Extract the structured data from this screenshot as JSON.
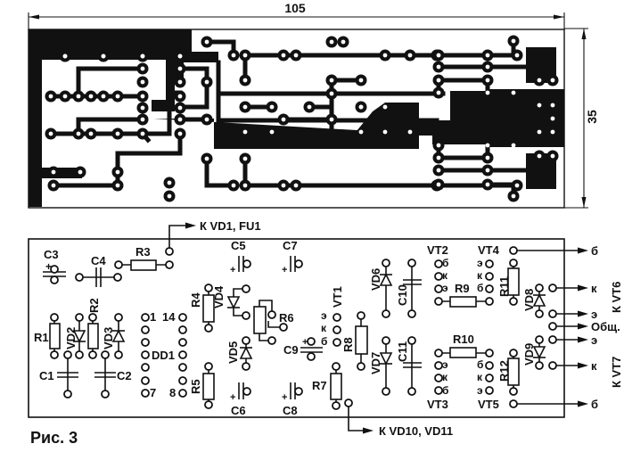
{
  "figure": {
    "caption": "Рис. 3",
    "dimensions": {
      "width_label": "105",
      "height_label": "35"
    }
  },
  "pcb_top": {
    "description": "Printed circuit board copper track layout (foil side)"
  },
  "components": {
    "capacitors": [
      "C1",
      "C2",
      "C3",
      "C4",
      "C5",
      "C6",
      "C7",
      "C8",
      "C9",
      "C10",
      "C11"
    ],
    "resistors": [
      "R1",
      "R2",
      "R3",
      "R4",
      "R5",
      "R6",
      "R7",
      "R8",
      "R9",
      "R10",
      "R11",
      "R12"
    ],
    "diodes": [
      "VD2",
      "VD3",
      "VD4",
      "VD5",
      "VD6",
      "VD7",
      "VD8",
      "VD9"
    ],
    "transistors": [
      "VT1",
      "VT2",
      "VT3",
      "VT4",
      "VT5"
    ],
    "ic": {
      "name": "DD1",
      "pin1": "1",
      "pin14": "14",
      "pin7": "7",
      "pin8": "8"
    }
  },
  "labels": {
    "C1": "C1",
    "C2": "C2",
    "C3": "C3",
    "C4": "C4",
    "C5": "C5",
    "C6": "C6",
    "C7": "C7",
    "C8": "C8",
    "C9": "C9",
    "C10": "C10",
    "C11": "C11",
    "R1": "R1",
    "R2": "R2",
    "R3": "R3",
    "R4": "R4",
    "R5": "R5",
    "R6": "R6",
    "R7": "R7",
    "R8": "R8",
    "R9": "R9",
    "R10": "R10",
    "R11": "R11",
    "R12": "R12",
    "VD2": "VD2",
    "VD3": "VD3",
    "VD4": "VD4",
    "VD5": "VD5",
    "VD6": "VD6",
    "VD7": "VD7",
    "VD8": "VD8",
    "VD9": "VD9",
    "VT1": "VT1",
    "VT2": "VT2",
    "VT3": "VT3",
    "VT4": "VT4",
    "VT5": "VT5",
    "DD1": "DD1",
    "pin1": "1",
    "pin14": "14",
    "pin7": "7",
    "pin8": "8",
    "plus": "+"
  },
  "transistor_pins": {
    "emitter": "э",
    "collector": "к",
    "base": "б"
  },
  "connections": {
    "to_vd1_fu1": "К VD1, FU1",
    "to_vd10_vd11": "К VD10, VD11",
    "vt6_group": "К VT6",
    "vt7_group": "К VT7",
    "outputs": [
      {
        "label": "б",
        "group": "VT6"
      },
      {
        "label": "к",
        "group": "VT6"
      },
      {
        "label": "э",
        "group": "VT6"
      },
      {
        "label": "Общ.",
        "group": "common"
      },
      {
        "label": "э",
        "group": "VT7"
      },
      {
        "label": "к",
        "group": "VT7"
      },
      {
        "label": "б",
        "group": "VT7"
      }
    ]
  }
}
